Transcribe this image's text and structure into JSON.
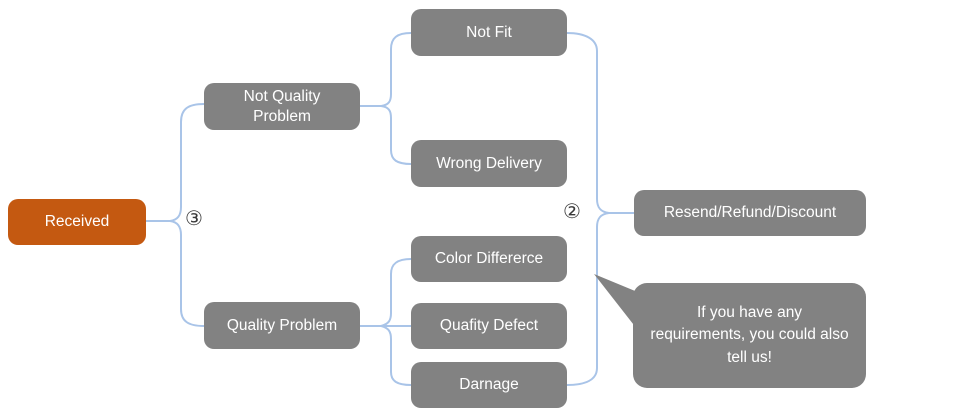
{
  "diagram": {
    "nodes": {
      "received": "Received",
      "not_quality_problem": "Not Quality Problem",
      "quality_problem": "Quality Problem",
      "not_fit": "Not Fit",
      "wrong_delivery": "Wrong Delivery",
      "color_differerce": "Color Differerce",
      "quafity_defect": "Quafity Defect",
      "darnage": "Darnage",
      "resend_refund_discount": "Resend/Refund/Discount"
    },
    "callout": {
      "text": "If you have any requirements, you could also tell us!"
    },
    "markers": {
      "left_branch": "③",
      "right_merge": "②"
    },
    "colors": {
      "root_fill": "#C45911",
      "node_fill": "#828282",
      "connector": "#A9C4E8",
      "text": "#FFFFFF"
    }
  }
}
